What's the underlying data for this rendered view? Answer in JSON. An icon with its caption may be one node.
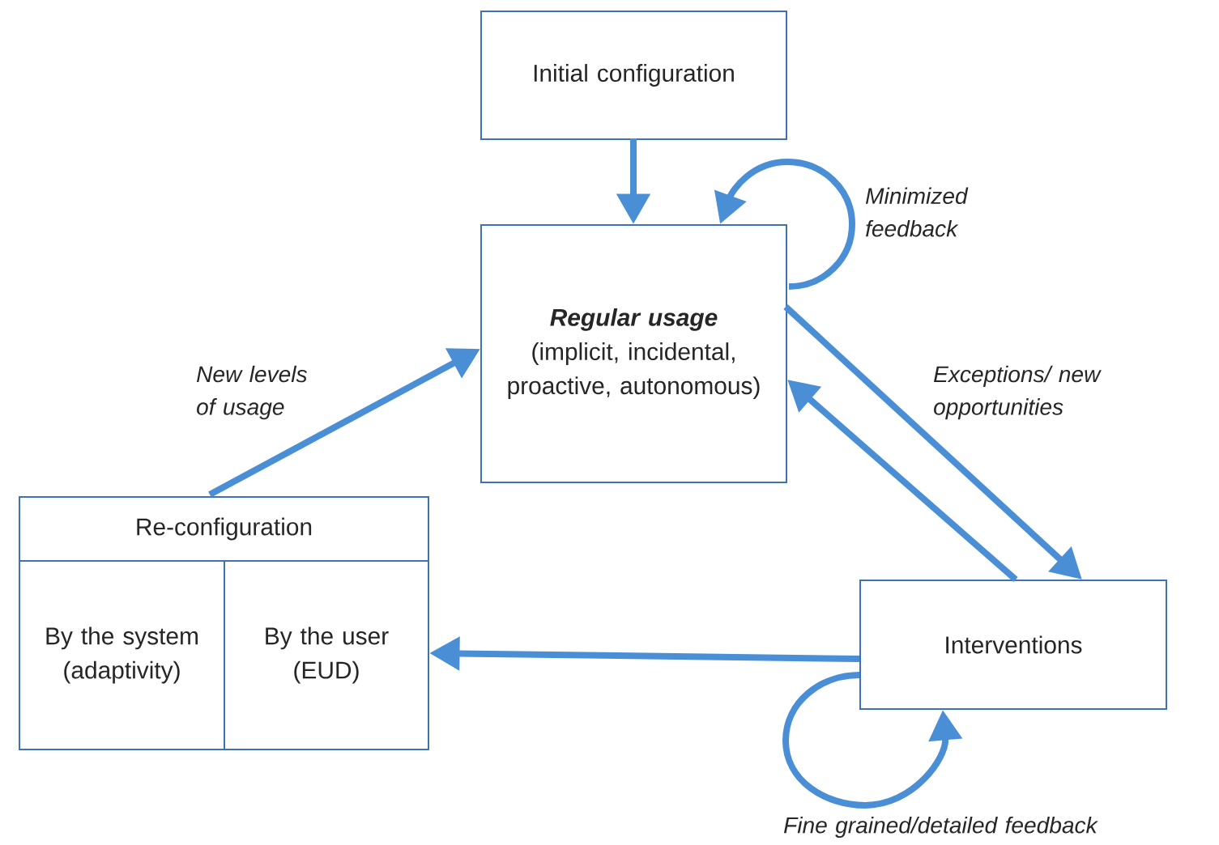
{
  "diagram": {
    "nodes": [
      {
        "text": [
          "Initial configuration"
        ]
      },
      {
        "text": [
          "Regular usage",
          "(implicit, incidental, proactive, autonomous)"
        ]
      },
      {
        "text": [
          "Re-configuration"
        ]
      },
      {
        "text": [
          "By the system (adaptivity)"
        ],
        "in": 2
      },
      {
        "text": [
          "By the user (EUD)"
        ],
        "in": 2
      },
      {
        "text": [
          "Interventions"
        ]
      }
    ],
    "edges": [
      {
        "from": 0,
        "to": 1,
        "arrow": "to"
      },
      {
        "from": 1,
        "to": 1,
        "arrow": "to",
        "label": "Minimized feedback"
      },
      {
        "from": 1,
        "to": 5,
        "arrow": "to",
        "label": "Exceptions/ new opportunities"
      },
      {
        "from": 5,
        "to": 1,
        "arrow": "to"
      },
      {
        "from": 5,
        "to": 2,
        "arrow": "to"
      },
      {
        "from": 2,
        "to": 1,
        "arrow": "to",
        "label": "New levels of usage"
      },
      {
        "from": 5,
        "to": 5,
        "arrow": "to",
        "label": "Fine grained/detailed feedback"
      }
    ]
  }
}
